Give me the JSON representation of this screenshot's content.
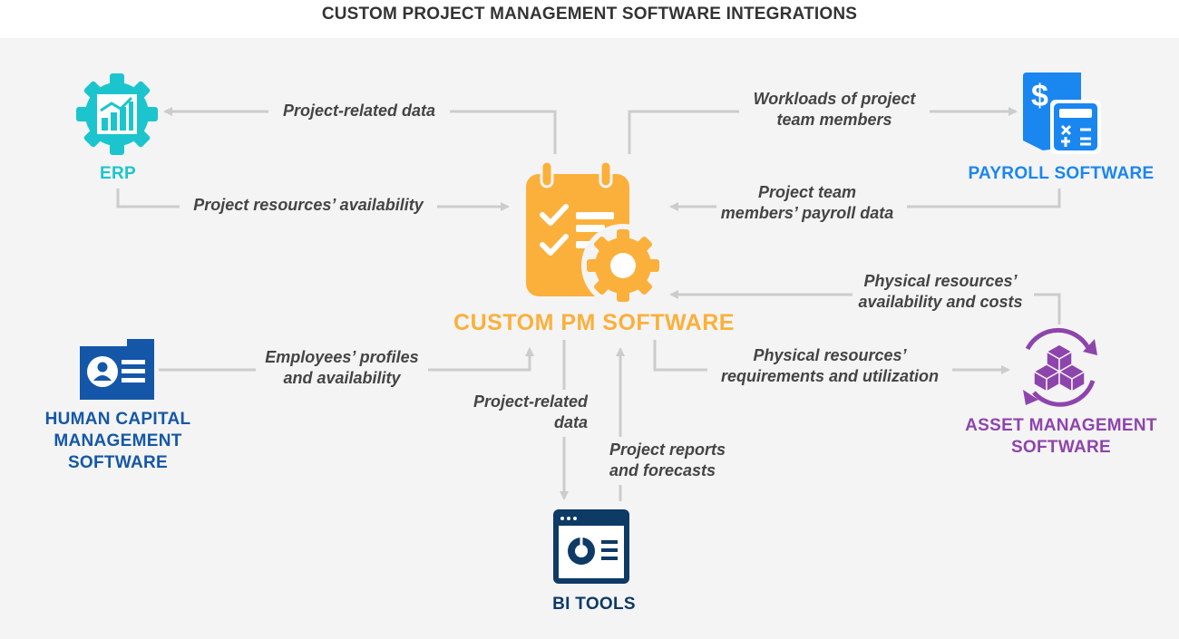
{
  "title": "CUSTOM PROJECT MANAGEMENT SOFTWARE INTEGRATIONS",
  "colors": {
    "erp": "#1cc5cd",
    "payroll": "#1a86f0",
    "center": "#fbb03b",
    "hcm": "#1457a8",
    "bi": "#0e3a66",
    "asset": "#8e44ad",
    "connector": "#cccccc",
    "label_text": "#444444"
  },
  "nodes": {
    "center": {
      "label": "CUSTOM PM SOFTWARE",
      "icon": "calendar-checklist-gear-icon"
    },
    "erp": {
      "label": "ERP",
      "icon": "gear-chart-icon"
    },
    "payroll": {
      "label": "PAYROLL SOFTWARE",
      "icon": "invoice-calculator-icon"
    },
    "hcm": {
      "label": "HUMAN CAPITAL\nMANAGEMENT\nSOFTWARE",
      "icon": "id-card-icon"
    },
    "bi": {
      "label": "BI TOOLS",
      "icon": "dashboard-window-icon"
    },
    "asset": {
      "label": "ASSET MANAGEMENT\nSOFTWARE",
      "icon": "cubes-cycle-icon"
    }
  },
  "flows": {
    "center_to_erp": "Project-related data",
    "erp_to_center": "Project resources’ availability",
    "center_to_payroll": "Workloads of project\nteam members",
    "payroll_to_center": "Project team\nmembers’ payroll data",
    "asset_to_center": "Physical resources’\navailability and costs",
    "center_to_asset": "Physical resources’\nrequirements and utilization",
    "hcm_to_center": "Employees’ profiles\nand availability",
    "center_to_bi": "Project-related\ndata",
    "bi_to_center": "Project reports\nand forecasts"
  }
}
